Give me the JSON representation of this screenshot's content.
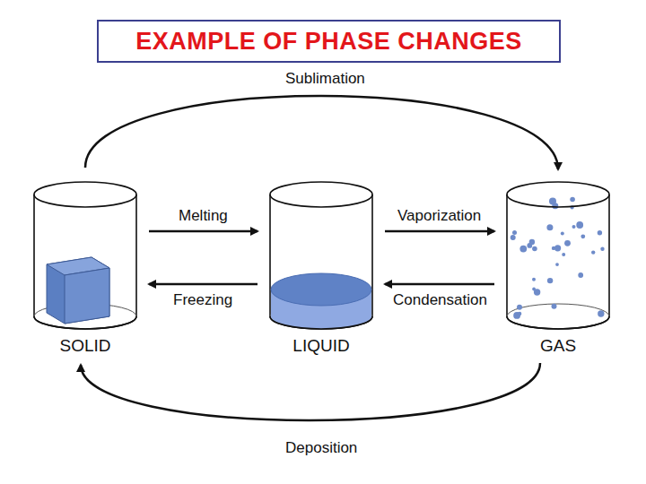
{
  "diagram": {
    "title": "EXAMPLE OF PHASE CHANGES",
    "nodes": [
      {
        "text": [
          "SOLID"
        ]
      },
      {
        "text": [
          "LIQUID"
        ]
      },
      {
        "text": [
          "GAS"
        ]
      }
    ],
    "edges": [
      {
        "from": 0,
        "to": 2,
        "label": "Sublimation",
        "arrow": "to"
      },
      {
        "from": 0,
        "to": 1,
        "label": "Melting",
        "arrow": "to"
      },
      {
        "from": 1,
        "to": 0,
        "label": "Freezing",
        "arrow": "to"
      },
      {
        "from": 1,
        "to": 2,
        "label": "Vaporization",
        "arrow": "to"
      },
      {
        "from": 2,
        "to": 1,
        "label": "Condensation",
        "arrow": "to"
      },
      {
        "from": 2,
        "to": 0,
        "label": "Deposition",
        "arrow": "to"
      }
    ]
  }
}
